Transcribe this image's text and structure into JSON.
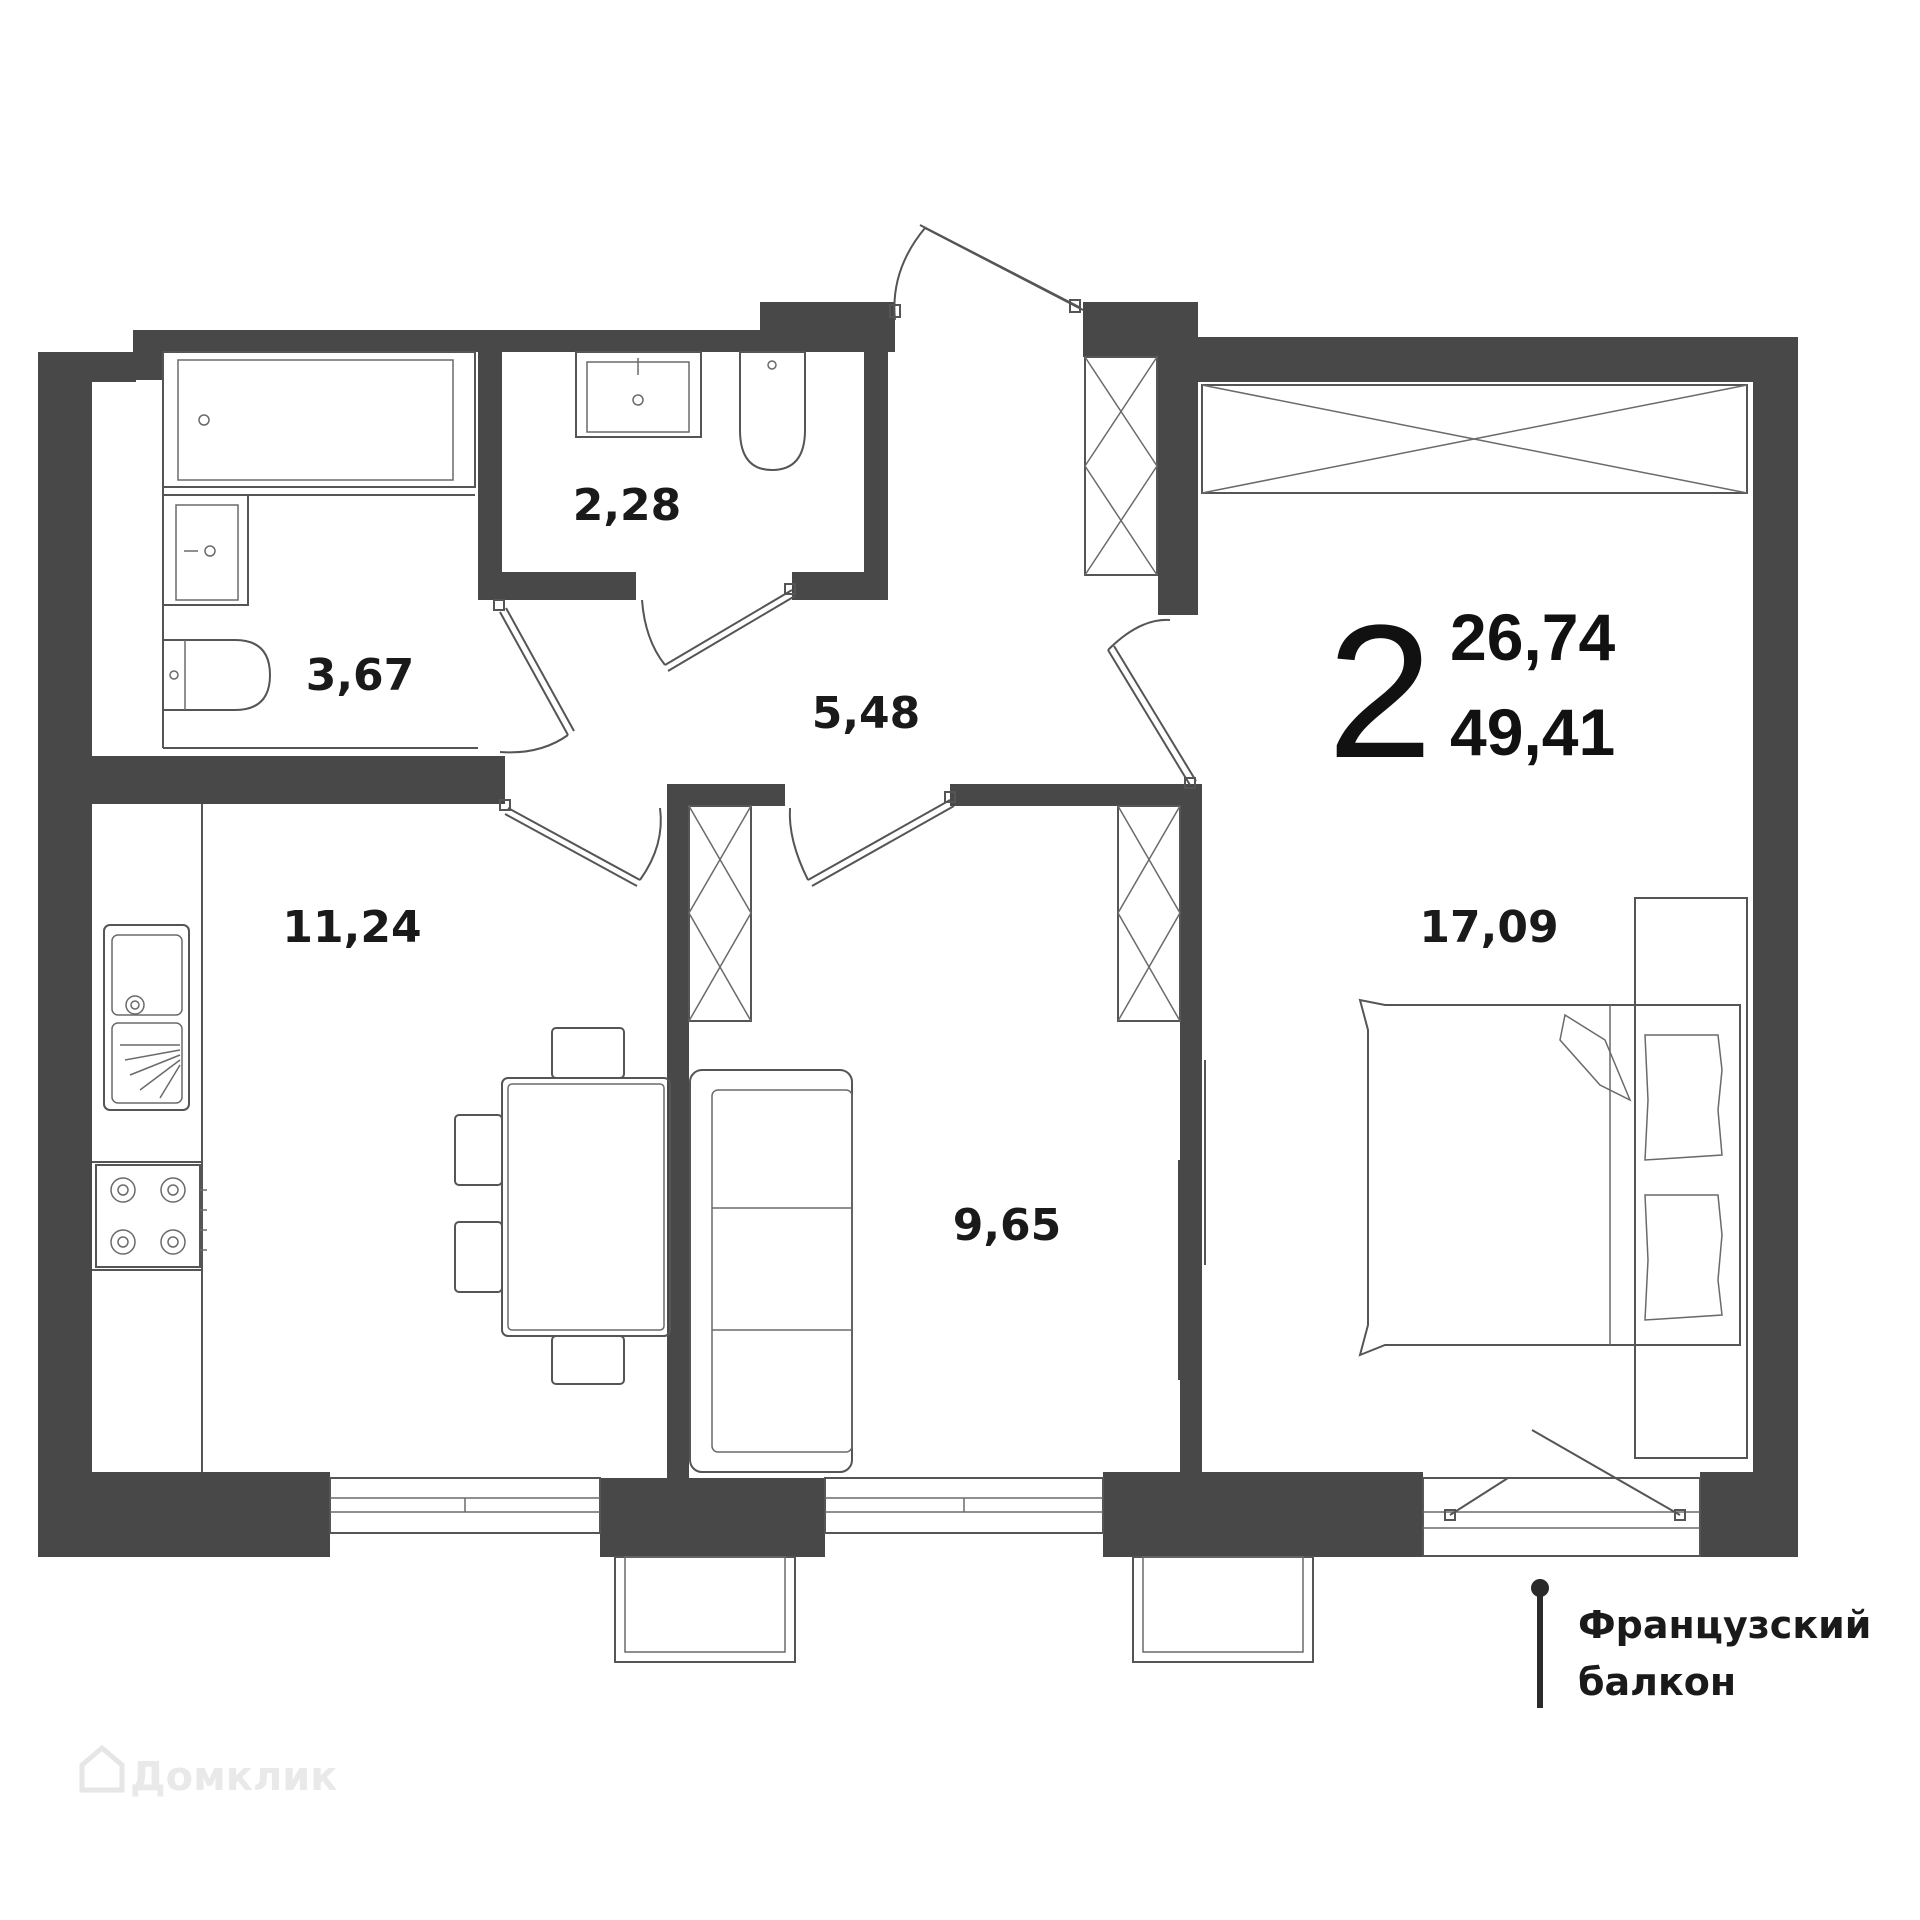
{
  "plan": {
    "rooms_count": "2",
    "living_area": "26,74",
    "total_area": "49,41"
  },
  "rooms": {
    "bathroom": "3,67",
    "toilet": "2,28",
    "hallway": "5,48",
    "kitchen": "11,24",
    "room_small": "9,65",
    "room_large": "17,09"
  },
  "legend": {
    "line1": "Французский",
    "line2": "балкон"
  },
  "watermark": "Домклик",
  "colors": {
    "wall": "#484848",
    "line": "#555555",
    "text": "#1a1a1a"
  }
}
